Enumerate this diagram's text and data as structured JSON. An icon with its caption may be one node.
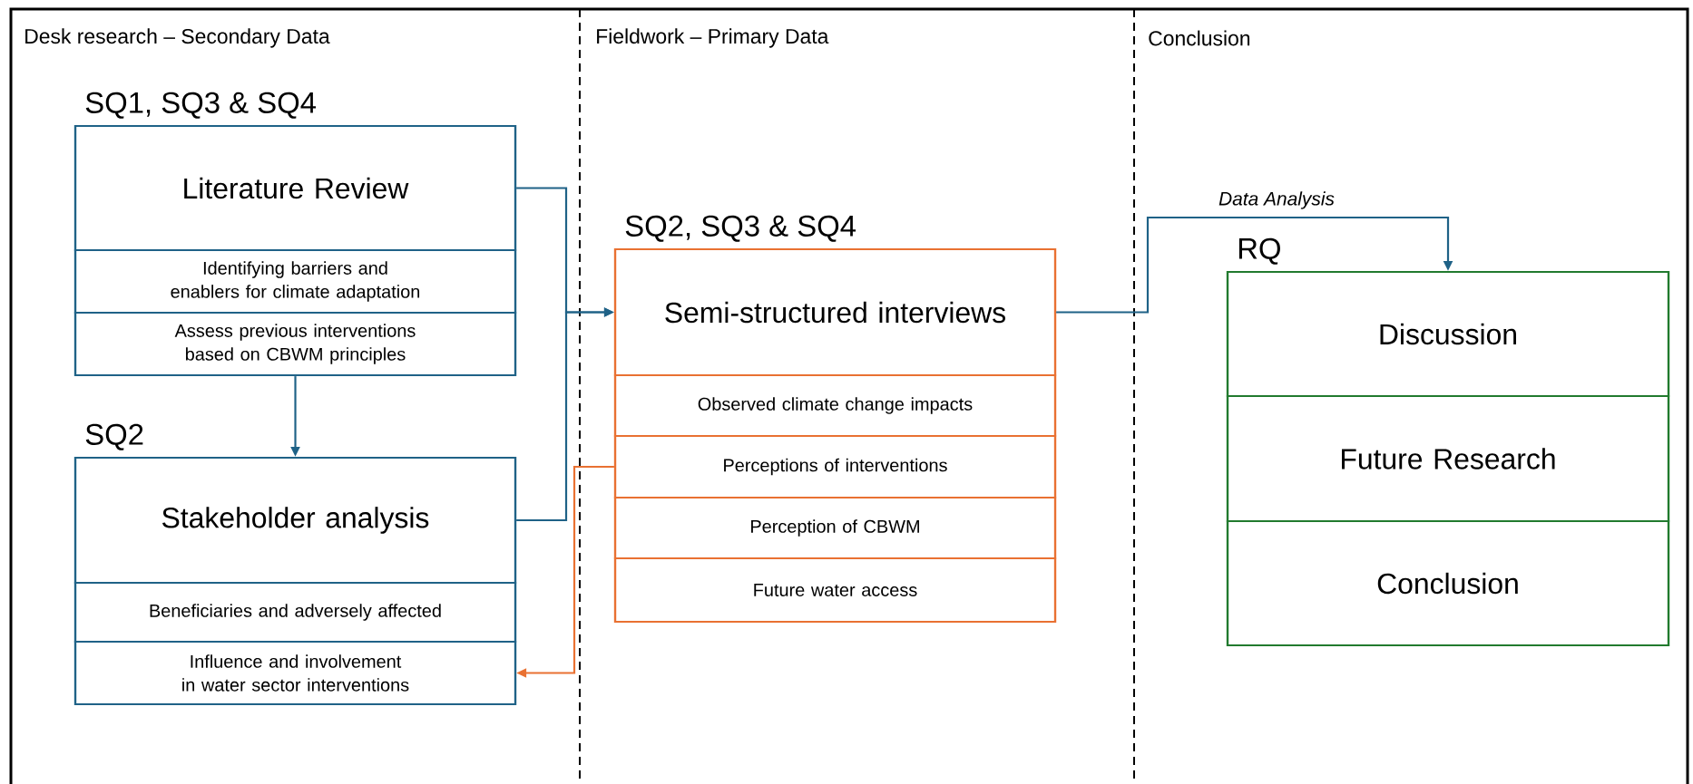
{
  "diagram": {
    "nodes": [
      {
        "text": [
          "SQ1, SQ3 & SQ4"
        ]
      },
      {
        "text": [
          "Literature Review"
        ],
        "in": 0
      },
      {
        "text": [
          "Identifying barriers and enablers for climate adaptation"
        ],
        "in": 0
      },
      {
        "text": [
          "Assess previous interventions based on CBWM principles"
        ],
        "in": 0
      },
      {
        "text": [
          "SQ2"
        ]
      },
      {
        "text": [
          "Stakeholder analysis"
        ],
        "in": 4
      },
      {
        "text": [
          "Beneficiaries and adversely affected"
        ],
        "in": 4
      },
      {
        "text": [
          "Influence and involvement in water sector interventions"
        ],
        "in": 4
      },
      {
        "text": [
          "SQ2, SQ3 & SQ4"
        ]
      },
      {
        "text": [
          "Semi-structured interviews"
        ],
        "in": 8
      },
      {
        "text": [
          "Observed climate change impacts"
        ],
        "in": 8
      },
      {
        "text": [
          "Perceptions of interventions"
        ],
        "in": 8
      },
      {
        "text": [
          "Perception of CBWM"
        ],
        "in": 8
      },
      {
        "text": [
          "Future water access"
        ],
        "in": 8
      },
      {
        "text": [
          "RQ"
        ]
      },
      {
        "text": [
          "Discussion"
        ],
        "in": 14
      },
      {
        "text": [
          "Future Research"
        ],
        "in": 14
      },
      {
        "text": [
          "Conclusion"
        ],
        "in": 14
      }
    ],
    "edges": [
      {
        "from": 0,
        "to": 4,
        "arrow": "to"
      },
      {
        "from": 1,
        "to": 9,
        "arrow": "to"
      },
      {
        "from": 5,
        "to": 9,
        "arrow": "to"
      },
      {
        "from": 9,
        "to": 14,
        "arrow": "to",
        "label": "Data Analysis"
      },
      {
        "from": 11,
        "to": 7,
        "arrow": "to",
        "color": "#e97132"
      }
    ],
    "labels": [
      "Desk research – Secondary Data",
      "Fieldwork – Primary Data",
      "Conclusion"
    ]
  }
}
